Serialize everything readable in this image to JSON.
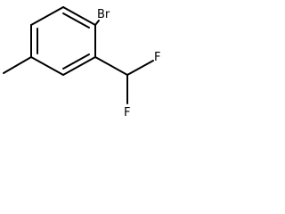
{
  "atoms": {
    "bromine": "Br",
    "fluorine_top": "F",
    "fluorine_bottom": "F"
  },
  "colors": {
    "bond": "#000000",
    "background": "#ffffff"
  }
}
